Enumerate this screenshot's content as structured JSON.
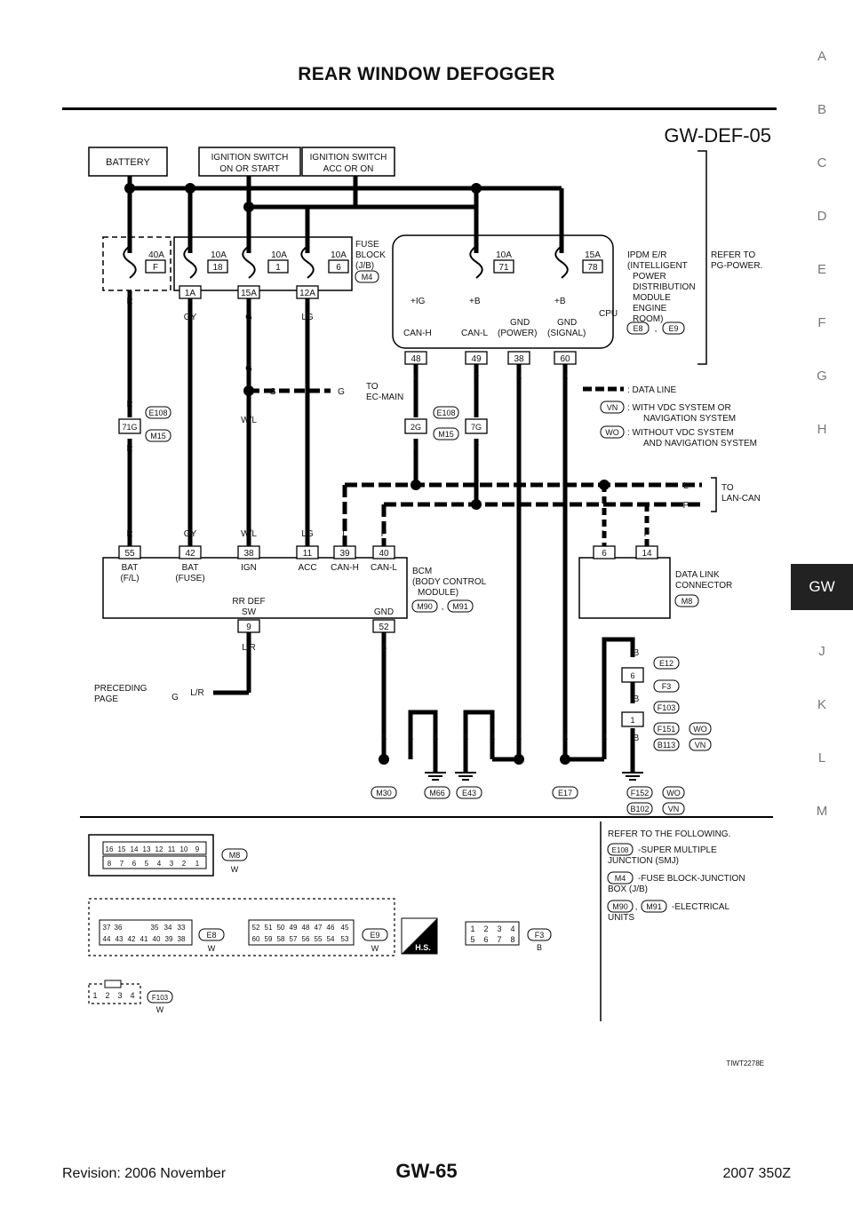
{
  "header": {
    "title": "REAR WINDOW DEFOGGER",
    "diagram_id": "GW-DEF-05"
  },
  "side_tabs": [
    "A",
    "B",
    "C",
    "D",
    "E",
    "F",
    "G",
    "H",
    "GW",
    "J",
    "K",
    "L",
    "M"
  ],
  "active_tab": "GW",
  "power_sources": {
    "battery": "BATTERY",
    "ign_on_start": [
      "IGNITION SWITCH",
      "ON OR START"
    ],
    "ign_acc_on": [
      "IGNITION SWITCH",
      "ACC OR ON"
    ]
  },
  "fuses": [
    {
      "amp": "40A",
      "id": "F"
    },
    {
      "amp": "10A",
      "id": "18"
    },
    {
      "amp": "10A",
      "id": "1"
    },
    {
      "amp": "10A",
      "id": "6"
    },
    {
      "amp": "10A",
      "id": "71"
    },
    {
      "amp": "15A",
      "id": "78"
    }
  ],
  "fuse_block": {
    "label": [
      "FUSE",
      "BLOCK",
      "(J/B)"
    ],
    "connector": "M4",
    "terminals": [
      "1A",
      "15A",
      "12A"
    ]
  },
  "ipdm": {
    "label": [
      "IPDM E/R",
      "(INTELLIGENT",
      "POWER",
      "DISTRIBUTION",
      "MODULE",
      "ENGINE",
      "ROOM)"
    ],
    "connectors": [
      "E8",
      "E9"
    ],
    "pins": {
      "ig": "+IG",
      "b1": "+B",
      "b2": "+B",
      "canh": "CAN-H",
      "canl": "CAN-L",
      "gnd_power": [
        "GND",
        "(POWER)"
      ],
      "gnd_signal": [
        "GND",
        "(SIGNAL)"
      ],
      "cpu": "CPU"
    },
    "terminals": [
      "48",
      "49",
      "38",
      "60"
    ]
  },
  "refer_to": [
    "REFER TO",
    "PG-POWER."
  ],
  "wire_colors": {
    "r": "R",
    "gy": "GY",
    "g": "G",
    "lg": "LG",
    "wl": "W/L",
    "l": "L",
    "p": "P",
    "b": "B",
    "lr": "L/R"
  },
  "ec_main": [
    "TO",
    "EC-MAIN"
  ],
  "joint_connectors": {
    "e108": "E108",
    "m15": "M15",
    "t71g": "71G",
    "t2g": "2G",
    "t7g": "7G"
  },
  "legend": {
    "data_line": ": DATA LINE",
    "vn": [
      "VN",
      ": WITH VDC SYSTEM OR",
      "NAVIGATION SYSTEM"
    ],
    "wo": [
      "WO",
      ": WITHOUT VDC SYSTEM",
      "AND NAVIGATION SYSTEM"
    ]
  },
  "lan_can": [
    "TO",
    "LAN-CAN"
  ],
  "bcm": {
    "terminals": [
      "55",
      "42",
      "38",
      "11",
      "39",
      "40"
    ],
    "pin_names": [
      [
        "BAT",
        "(F/L)"
      ],
      [
        "BAT",
        "(FUSE)"
      ],
      [
        "IGN"
      ],
      [
        "ACC"
      ],
      [
        "CAN-H"
      ],
      [
        "CAN-L"
      ]
    ],
    "label": [
      "BCM",
      "(BODY CONTROL",
      "MODULE)"
    ],
    "connectors": [
      "M90",
      "M91"
    ],
    "rr_def": [
      "RR DEF",
      "SW"
    ],
    "gnd": "GND",
    "lower_terminals": [
      "9",
      "52"
    ]
  },
  "dlc": {
    "terminals": [
      "6",
      "14"
    ],
    "label": [
      "DATA LINK",
      "CONNECTOR"
    ],
    "connector": "M8"
  },
  "preceding": [
    "PRECEDING",
    "PAGE"
  ],
  "ground_connectors": [
    "M30",
    "M66",
    "E43",
    "E17"
  ],
  "ground_right": {
    "e12": "E12",
    "f3": "F3",
    "f103": "F103",
    "f151": "F151",
    "b113": "B113",
    "f152": "F152",
    "b102": "B102",
    "t6": "6",
    "t1": "1"
  },
  "connector_views": {
    "m8": {
      "name": "M8",
      "color": "W",
      "top": [
        "16",
        "15",
        "14",
        "13",
        "12",
        "11",
        "10",
        "9"
      ],
      "bottom": [
        "8",
        "7",
        "6",
        "5",
        "4",
        "3",
        "2",
        "1"
      ]
    },
    "e8": {
      "name": "E8",
      "color": "W",
      "top": [
        "37",
        "36",
        "35",
        "34",
        "33"
      ],
      "bottom": [
        "44",
        "43",
        "42",
        "41",
        "40",
        "39",
        "38"
      ]
    },
    "e9": {
      "name": "E9",
      "color": "W",
      "top": [
        "52",
        "51",
        "50",
        "49",
        "48",
        "47",
        "46",
        "45"
      ],
      "bottom": [
        "60",
        "59",
        "58",
        "57",
        "56",
        "55",
        "54",
        "53"
      ]
    },
    "f3": {
      "name": "F3",
      "color": "B",
      "top": [
        "1",
        "2",
        "3",
        "4"
      ],
      "bottom": [
        "5",
        "6",
        "7",
        "8"
      ]
    },
    "f103": {
      "name": "F103",
      "color": "W",
      "pins": [
        "1",
        "2",
        "3",
        "4"
      ]
    },
    "hs": "H.S."
  },
  "refer_following": {
    "title": "REFER TO THE FOLLOWING.",
    "items": [
      {
        "conn": "E108",
        "text": [
          "-SUPER MULTIPLE",
          "JUNCTION (SMJ)"
        ]
      },
      {
        "conn": "M4",
        "text": [
          "-FUSE BLOCK-JUNCTION",
          "BOX (J/B)"
        ]
      },
      {
        "conn": "M90",
        "conn2": "M91",
        "text": [
          "-ELECTRICAL",
          "UNITS"
        ]
      }
    ]
  },
  "figure_code": "TIWT2278E",
  "footer": {
    "left": "Revision: 2006 November",
    "center": "GW-65",
    "right": "2007 350Z"
  }
}
